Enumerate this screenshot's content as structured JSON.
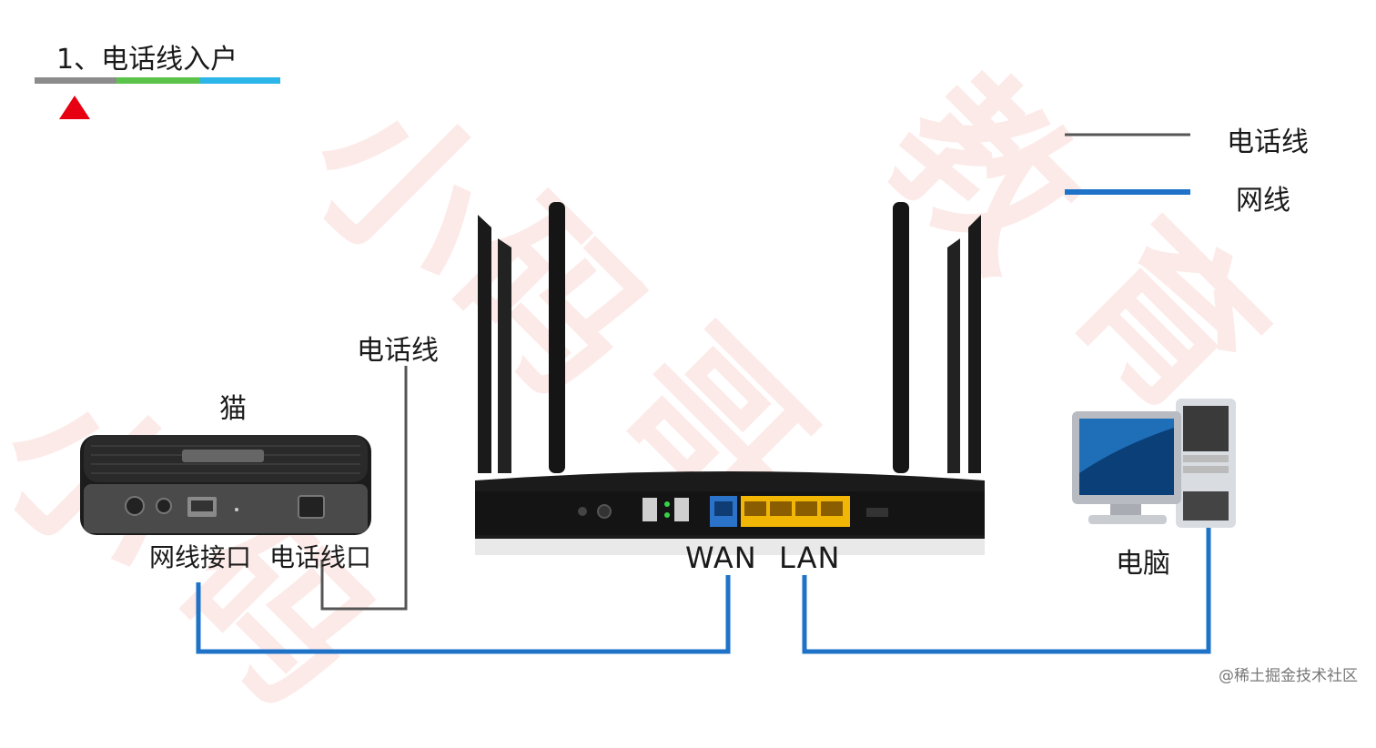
{
  "title": "1、电话线入户",
  "progress": {
    "current_step": 1,
    "segments": [
      "#8c8c8c",
      "#5cc34a",
      "#2bb5e8"
    ],
    "marker_color": "#e60012"
  },
  "legend": [
    {
      "label": "电话线",
      "color": "#555555"
    },
    {
      "label": "网线",
      "color": "#1e73c8"
    }
  ],
  "devices": {
    "modem": "猫",
    "computer": "电脑"
  },
  "labels": {
    "phone_line": "电话线",
    "net_port": "网线接口",
    "phone_port": "电话线口",
    "wan": "WAN",
    "lan": "LAN"
  },
  "watermark": [
    "小",
    "码",
    "哥",
    "教",
    "育"
  ],
  "credit": "@稀土掘金技术社区",
  "colors": {
    "phone_line": "#555555",
    "network_line": "#1e73c8"
  }
}
